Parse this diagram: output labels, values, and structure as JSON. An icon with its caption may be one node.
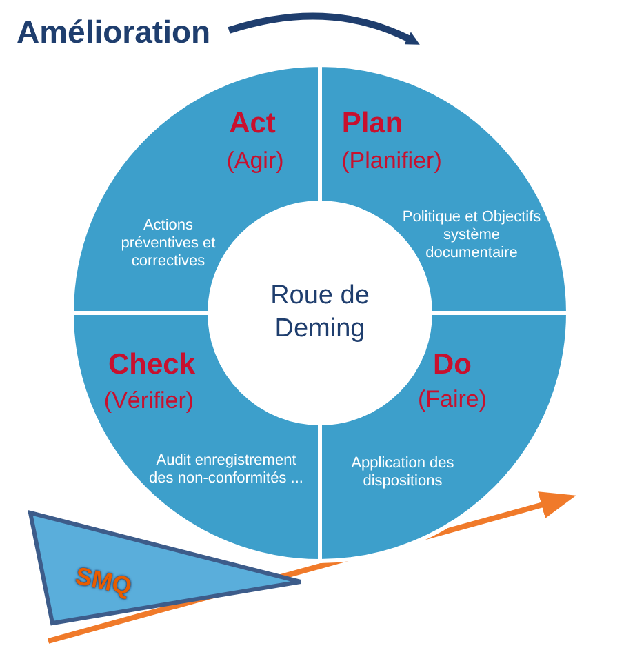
{
  "diagram": {
    "title": "Amélioration",
    "nodes": [
      {
        "text": [
          "Act",
          "(Agir)",
          "Actions préventives et correctives"
        ]
      },
      {
        "text": [
          "Plan",
          "(Planifier)",
          "Politique et Objectifs système documentaire"
        ]
      },
      {
        "text": [
          "Roue de Deming"
        ]
      },
      {
        "text": [
          "Check",
          "(Vérifier)",
          "Audit enregistrement des non-conformités ..."
        ]
      },
      {
        "text": [
          "Do",
          "(Faire)",
          "Application des dispositions"
        ]
      },
      {
        "text": [
          "SMQ"
        ]
      }
    ]
  }
}
